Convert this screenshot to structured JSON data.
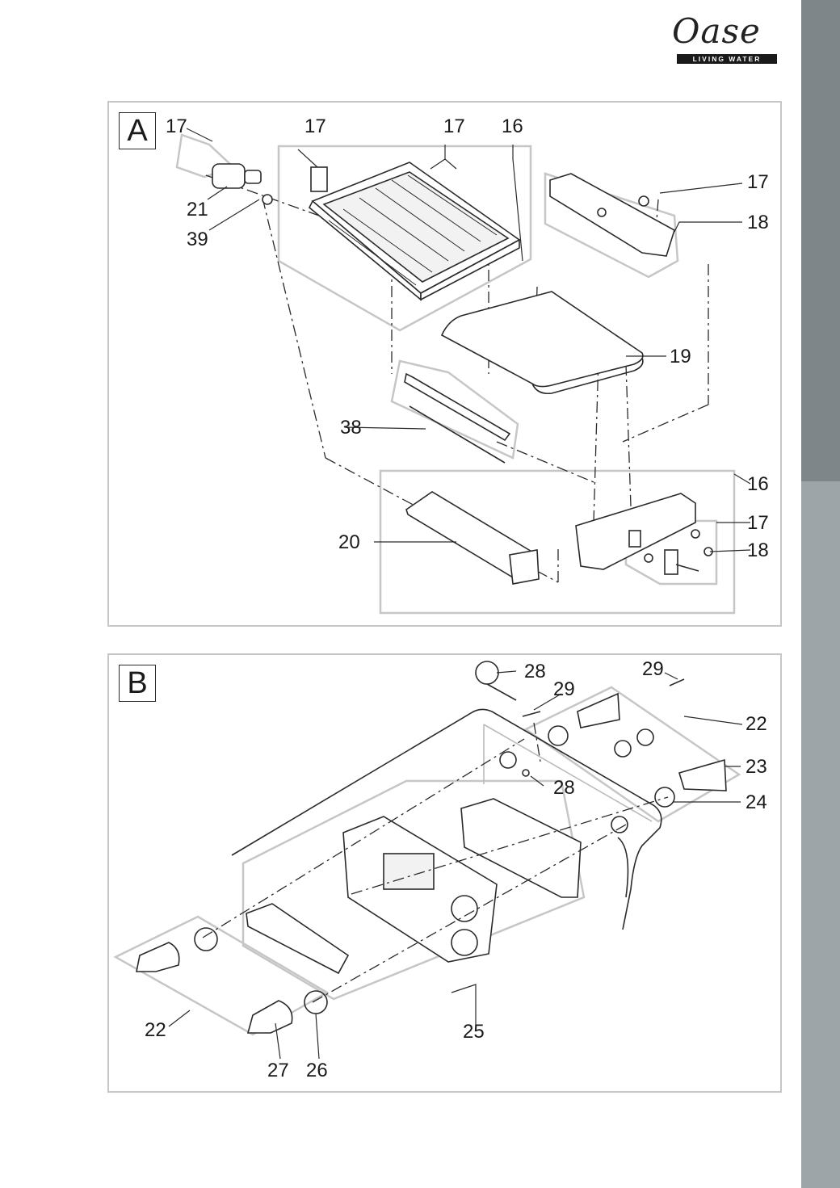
{
  "brand": {
    "name": "Oase",
    "tagline": "LIVING WATER"
  },
  "panel_a": {
    "tag": "A",
    "labels": {
      "n17_a": "17",
      "n17_b": "17",
      "n17_c": "17",
      "n16_a": "16",
      "n21": "21",
      "n39": "39",
      "n17_d": "17",
      "n18_a": "18",
      "n19": "19",
      "n38": "38",
      "n16_b": "16",
      "n17_e": "17",
      "n20": "20",
      "n18_b": "18"
    }
  },
  "panel_b": {
    "tag": "B",
    "labels": {
      "n28_a": "28",
      "n29_a": "29",
      "n29_b": "29",
      "n22_a": "22",
      "n23": "23",
      "n28_b": "28",
      "n24": "24",
      "n22_b": "22",
      "n25": "25",
      "n27": "27",
      "n26": "26"
    }
  },
  "colors": {
    "sidebar_dark": "#7f8689",
    "sidebar_light": "#9ea5a8",
    "frame": "#c6c6c6",
    "line": "#2a2a2a"
  }
}
